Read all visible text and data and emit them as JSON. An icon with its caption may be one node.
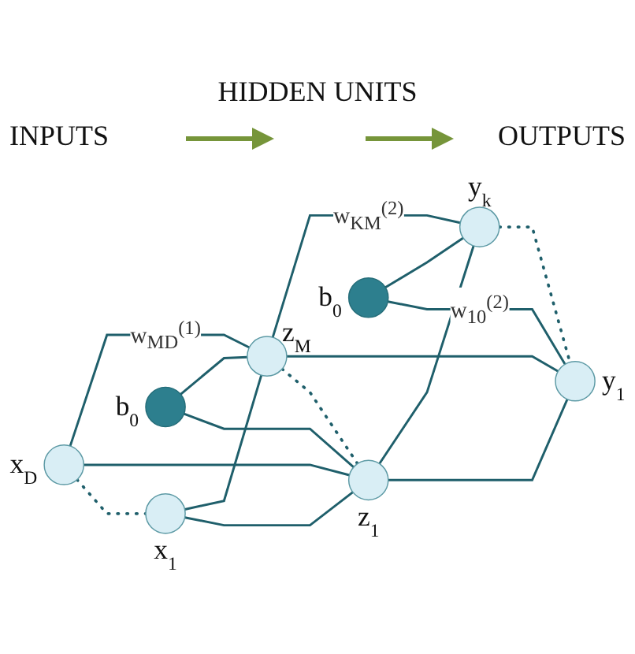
{
  "diagram": {
    "nodes": [
      {
        "text": [],
        "shape": "circle",
        "beside": [
          "x$_{D}$"
        ]
      },
      {
        "text": [],
        "shape": "circle",
        "beside": [
          "x$_{1}$"
        ]
      },
      {
        "text": [],
        "shape": "circle",
        "beside": [
          "b$_{0}$"
        ]
      },
      {
        "text": [],
        "shape": "circle",
        "beside": [
          "z$_{M}$"
        ]
      },
      {
        "text": [],
        "shape": "circle",
        "beside": [
          "z$_{1}$"
        ]
      },
      {
        "text": [],
        "shape": "circle",
        "beside": [
          "b$_{0}$"
        ]
      },
      {
        "text": [],
        "shape": "circle",
        "beside": [
          "y$_{k}$"
        ]
      },
      {
        "text": [],
        "shape": "circle",
        "beside": [
          "y$_{1}$"
        ]
      }
    ],
    "edges": [
      {
        "from": 0,
        "to": 3,
        "arrow": "none",
        "label": "w$_{MD}$$^{(1)}$"
      },
      {
        "from": 0,
        "to": 4,
        "arrow": "none"
      },
      {
        "from": 1,
        "to": 3,
        "arrow": "none"
      },
      {
        "from": 1,
        "to": 4,
        "arrow": "none"
      },
      {
        "from": 2,
        "to": 3,
        "arrow": "none"
      },
      {
        "from": 2,
        "to": 4,
        "arrow": "none"
      },
      {
        "from": 3,
        "to": 6,
        "arrow": "none",
        "label": "w$_{KM}$$^{(2)}$"
      },
      {
        "from": 3,
        "to": 7,
        "arrow": "none"
      },
      {
        "from": 4,
        "to": 6,
        "arrow": "none"
      },
      {
        "from": 4,
        "to": 7,
        "arrow": "none"
      },
      {
        "from": 5,
        "to": 6,
        "arrow": "none"
      },
      {
        "from": 5,
        "to": 7,
        "arrow": "none",
        "label": "w$_{10}$$^{(2)}$"
      },
      {
        "from": 0,
        "to": 1,
        "arrow": "none",
        "style": "dashed"
      },
      {
        "from": 3,
        "to": 4,
        "arrow": "none",
        "style": "dashed"
      },
      {
        "from": 6,
        "to": 7,
        "arrow": "none",
        "style": "dashed"
      }
    ],
    "labels": [
      "HIDDEN UNITS",
      "INPUTS",
      "OUTPUTS"
    ]
  }
}
